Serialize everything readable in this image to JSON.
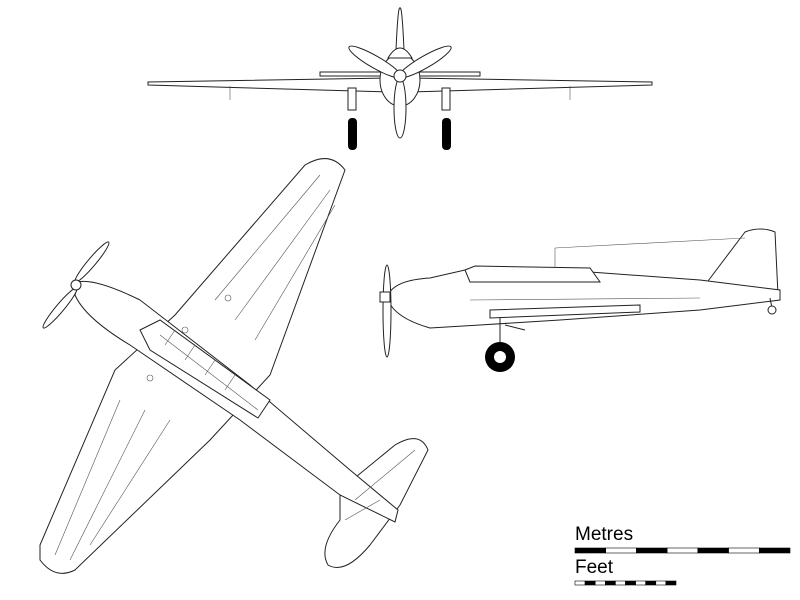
{
  "scale": {
    "metres_label": "Metres",
    "feet_label": "Feet",
    "metres_segments": 7,
    "feet_segments": 10
  },
  "colors": {
    "line": "#222222",
    "fill": "#ffffff",
    "tyre": "#000000"
  }
}
